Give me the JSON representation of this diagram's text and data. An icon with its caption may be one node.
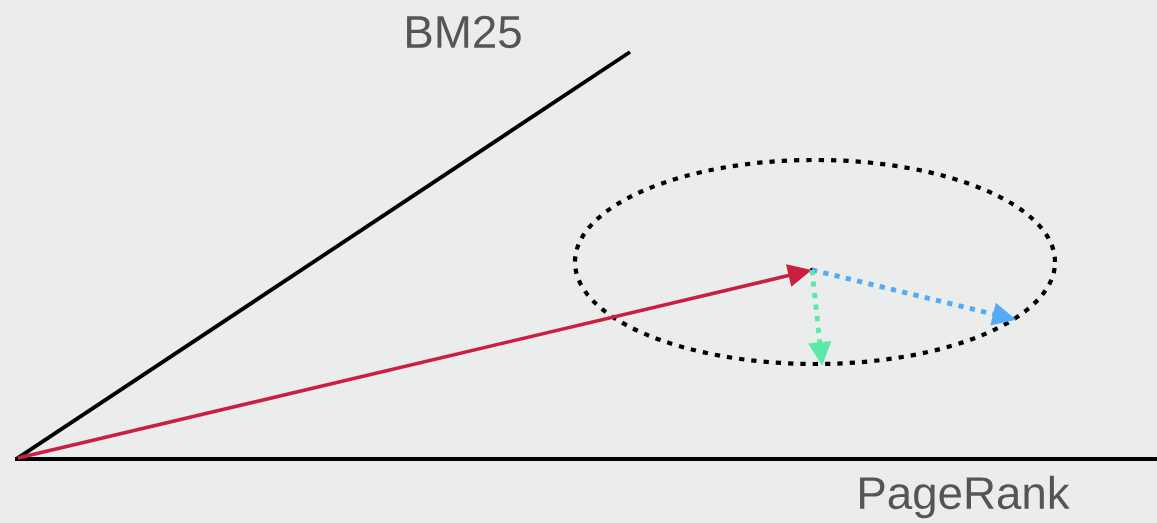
{
  "diagram": {
    "nodes": [
      {
        "text": [],
        "shape": "point"
      },
      {
        "text": [],
        "shape": "ellipse"
      },
      {
        "text": [],
        "shape": "point",
        "in": 1
      }
    ],
    "edges": [
      {
        "from": 0,
        "to": 2,
        "arrow": "to",
        "color": "#cc1f40"
      },
      {
        "from": 2,
        "to": 1,
        "arrow": "to",
        "style": "dashed",
        "color": "#55aaf5"
      },
      {
        "from": 2,
        "to": 1,
        "arrow": "to",
        "style": "dashed",
        "color": "#5ee8a8"
      }
    ],
    "labels": [
      "BM25",
      "PageRank"
    ]
  }
}
